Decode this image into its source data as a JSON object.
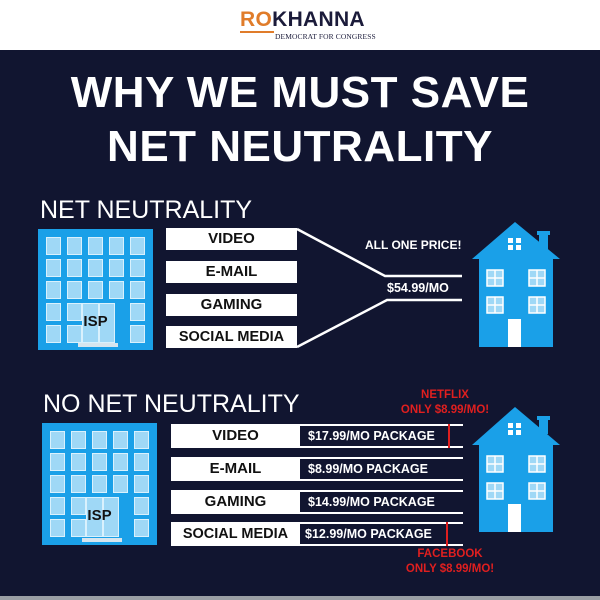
{
  "header": {
    "logo_first": "RO",
    "logo_last": "KHANNA",
    "logo_tagline": "DEMOCRAT FOR CONGRESS",
    "colors": {
      "first": "#e07c2a",
      "last": "#1b1b3a"
    }
  },
  "title": {
    "line1": "WHY WE MUST SAVE",
    "line2": "NET NEUTRALITY"
  },
  "colors": {
    "background": "#111530",
    "building_blue": "#1aa0e8",
    "window_blue": "#9fd8f6",
    "alert_red": "#e01f1f",
    "footer_gray": "#9a9ea4"
  },
  "section_neutral": {
    "heading": "NET NEUTRALITY",
    "building_label": "ISP",
    "services": [
      "VIDEO",
      "E-MAIL",
      "GAMING",
      "SOCIAL MEDIA"
    ],
    "callout": "ALL ONE PRICE!",
    "price": "$54.99/MO",
    "house_icon": "house-icon",
    "building_icon": "office-building-icon"
  },
  "section_no_neutral": {
    "heading": "NO NET NEUTRALITY",
    "building_label": "ISP",
    "rows": [
      {
        "service": "VIDEO",
        "price": "$17.99/MO PACKAGE"
      },
      {
        "service": "E-MAIL",
        "price": "$8.99/MO PACKAGE"
      },
      {
        "service": "GAMING",
        "price": "$14.99/MO PACKAGE"
      },
      {
        "service": "SOCIAL MEDIA",
        "price": "$12.99/MO PACKAGE"
      }
    ],
    "netflix_note": {
      "line1": "NETFLIX",
      "line2": "ONLY $8.99/MO!"
    },
    "facebook_note": {
      "line1": "FACEBOOK",
      "line2": "ONLY $8.99/MO!"
    },
    "house_icon": "house-icon",
    "building_icon": "office-building-icon"
  }
}
